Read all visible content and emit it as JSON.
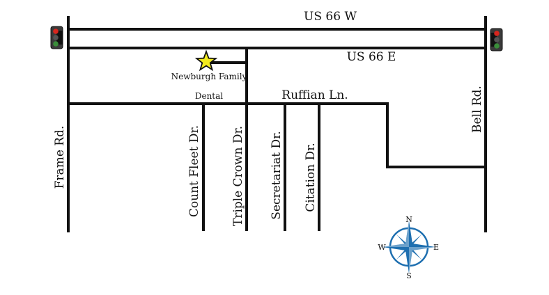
{
  "map": {
    "roads": {
      "us66w": "US 66 W",
      "us66e": "US 66 E",
      "ruffian": "Ruffian Ln.",
      "frame": "Frame Rd.",
      "bell": "Bell Rd.",
      "count_fleet": "Count Fleet Dr.",
      "triple_crown": "Triple Crown Dr.",
      "secretariat": "Secretariat Dr.",
      "citation": "Citation Dr."
    },
    "location": {
      "name_line1": "Newburgh Family",
      "name_line2": "Dental",
      "marker_color": "#f2ea1e"
    },
    "compass": {
      "n": "N",
      "s": "S",
      "e": "E",
      "w": "W",
      "color": "#1e6fb0"
    },
    "traffic_light": {
      "red": "#d8261e",
      "yellow": "#555555",
      "green": "#3a8d3a"
    }
  }
}
